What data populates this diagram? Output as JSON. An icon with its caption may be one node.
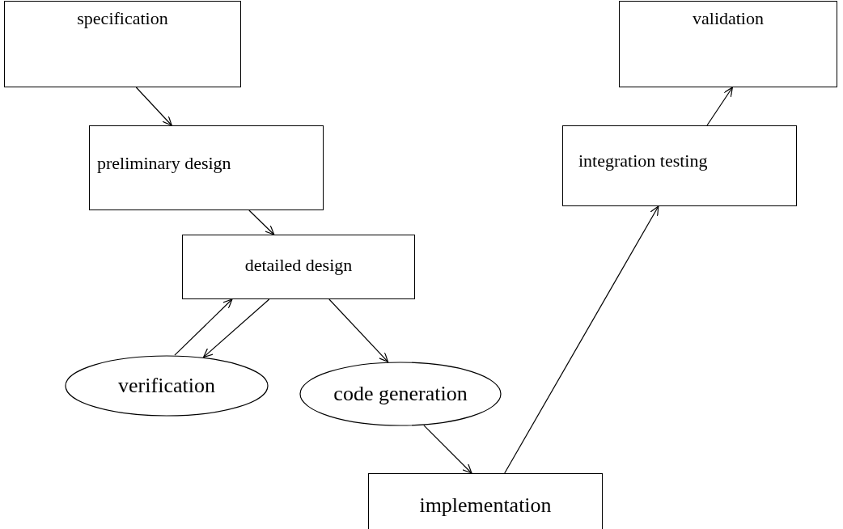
{
  "diagram": {
    "nodes": [
      {
        "text": [
          "specification"
        ]
      },
      {
        "text": [
          "validation"
        ]
      },
      {
        "text": [
          "preliminary design"
        ]
      },
      {
        "text": [
          "integration testing"
        ]
      },
      {
        "text": [
          "detailed design"
        ]
      },
      {
        "text": [
          "verification"
        ]
      },
      {
        "text": [
          "code generation"
        ]
      },
      {
        "text": [
          "implementation"
        ]
      }
    ],
    "edges": [
      {
        "from": 0,
        "to": 2,
        "arrow": "to"
      },
      {
        "from": 2,
        "to": 4,
        "arrow": "to"
      },
      {
        "from": 5,
        "to": 4,
        "arrow": "to"
      },
      {
        "from": 4,
        "to": 5,
        "arrow": "to"
      },
      {
        "from": 4,
        "to": 6,
        "arrow": "to"
      },
      {
        "from": 6,
        "to": 7,
        "arrow": "to"
      },
      {
        "from": 7,
        "to": 3,
        "arrow": "to"
      },
      {
        "from": 3,
        "to": 1,
        "arrow": "to"
      }
    ]
  }
}
